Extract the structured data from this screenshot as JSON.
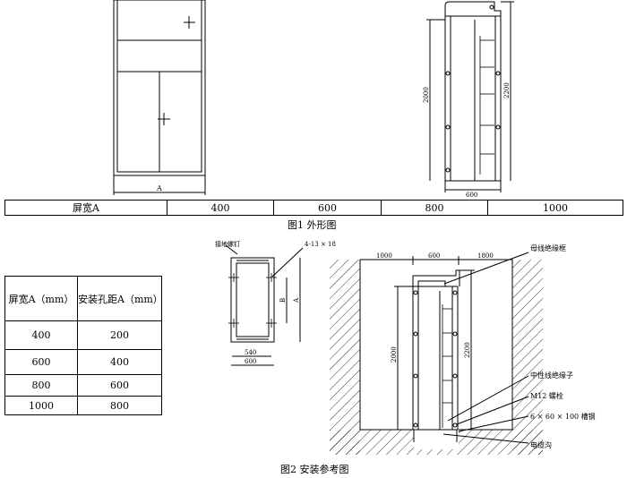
{
  "figure1": {
    "caption": "图1 外形图",
    "front_dim": "A",
    "side_dims": {
      "height_inner": "2000",
      "height_total": "2200",
      "depth": "600"
    },
    "table": {
      "label": "屏宽A",
      "values": [
        "400",
        "600",
        "800",
        "1000"
      ]
    }
  },
  "figure2": {
    "caption": "图2 安装参考图",
    "plan": {
      "ground_screw": "接地螺钉",
      "holes": "4-13 × 18",
      "dim_b": "B",
      "dim_a": "A",
      "dim_inner": "540",
      "dim_outer": "600"
    },
    "table": {
      "headers": [
        "屏宽A（mm）",
        "安装孔距A（mm）"
      ],
      "rows": [
        [
          "400",
          "200"
        ],
        [
          "600",
          "400"
        ],
        [
          "800",
          "600"
        ],
        [
          "1000",
          "800"
        ]
      ]
    },
    "section": {
      "dims_top": [
        "1000",
        "600",
        "1800"
      ],
      "height_inner": "2000",
      "height_total": "2200",
      "labels": [
        "母线绝缘框",
        "中性线绝缘子",
        "M12 螺栓",
        "6 × 60 × 100 槽钢",
        "电缆沟"
      ]
    }
  }
}
